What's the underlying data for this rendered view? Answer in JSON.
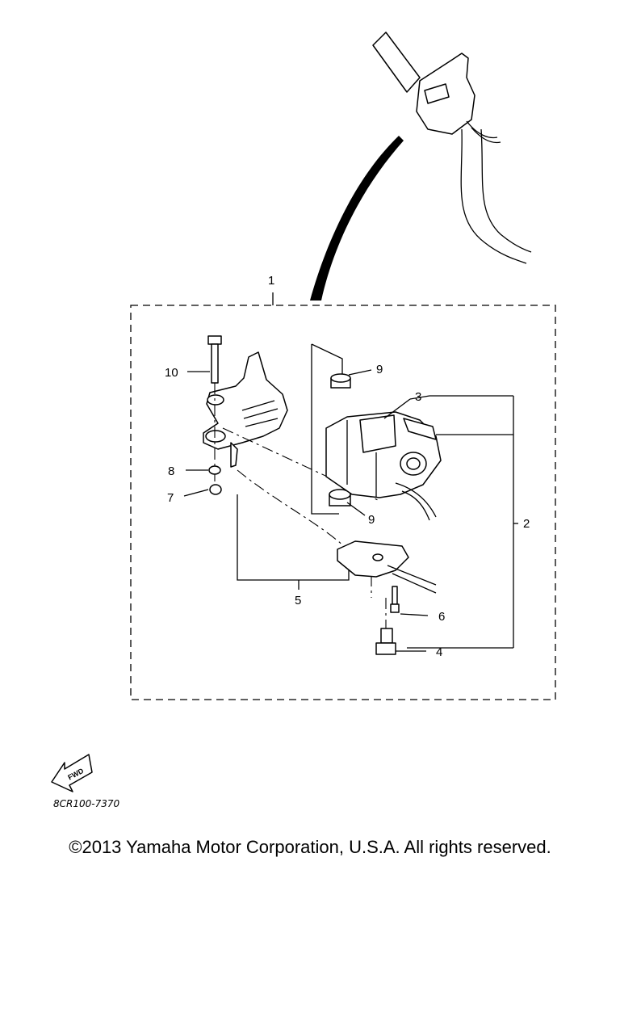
{
  "callouts": {
    "c1": "1",
    "c2": "2",
    "c3": "3",
    "c4": "4",
    "c5": "5",
    "c6": "6",
    "c7": "7",
    "c8": "8",
    "c9a": "9",
    "c9b": "9",
    "c10": "10"
  },
  "fwd_label": "FWD",
  "diagram_code": "8CR100-7370",
  "copyright": "©2013 Yamaha Motor Corporation, U.S.A. All rights reserved.",
  "colors": {
    "ink": "#000000",
    "paper": "#ffffff"
  }
}
